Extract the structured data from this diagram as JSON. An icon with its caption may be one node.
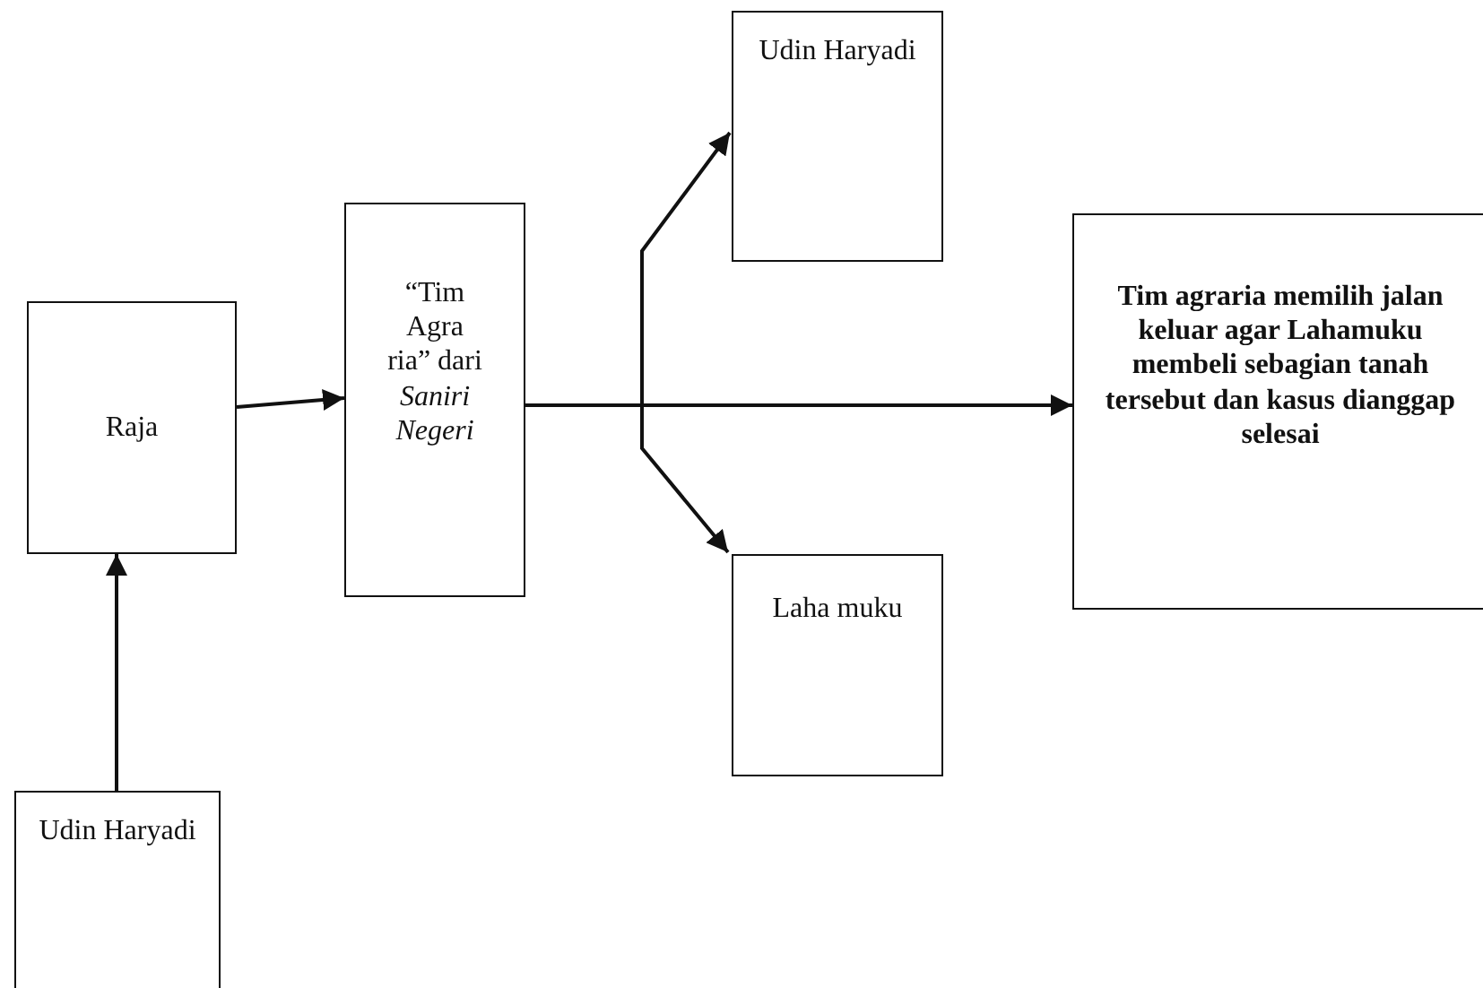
{
  "diagram": {
    "nodes": [
      {
        "text": [
          "Raja"
        ]
      },
      {
        "text": [
          "“Tim Agra ria” dari *Saniri Negeri*"
        ]
      },
      {
        "text": [
          "Udin Haryadi"
        ]
      },
      {
        "text": [
          "Laha muku"
        ]
      },
      {
        "text": [
          "Tim agraria memilih jalan keluar agar Lahamuku membeli sebagian tanah tersebut dan kasus dianggap selesai"
        ]
      },
      {
        "text": [
          "Udin Haryadi"
        ]
      }
    ],
    "edges": [
      {
        "from": 5,
        "to": 0,
        "arrow": "to"
      },
      {
        "from": 0,
        "to": 1,
        "arrow": "to"
      },
      {
        "from": 1,
        "to": 4,
        "arrow": "to"
      },
      {
        "from": 1,
        "to": 2,
        "arrow": "to"
      },
      {
        "from": 1,
        "to": 3,
        "arrow": "to"
      }
    ]
  }
}
